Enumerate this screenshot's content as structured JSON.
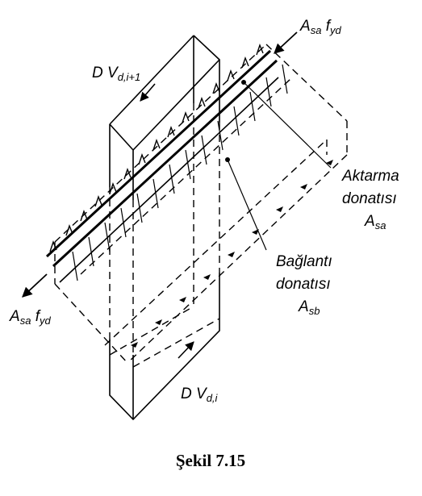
{
  "labels": {
    "force_top": {
      "base": "A",
      "sub1": "sa",
      "mid": " f",
      "sub2": "yd"
    },
    "force_bottom": {
      "base": "A",
      "sub1": "sa",
      "mid": " f",
      "sub2": "yd"
    },
    "shear_top": {
      "prefix": "D V",
      "sub": "d,i+1"
    },
    "shear_bottom": {
      "prefix": "D V",
      "sub": "d,i"
    },
    "transfer_rebar": {
      "line1": "Aktarma",
      "line2": "donatısı",
      "sym": "A",
      "sub": "sa"
    },
    "connection_rebar": {
      "line1": "Bağlantı",
      "line2": "donatısı",
      "sym": "A",
      "sub": "sb"
    }
  },
  "caption": "Şekil 7.15"
}
